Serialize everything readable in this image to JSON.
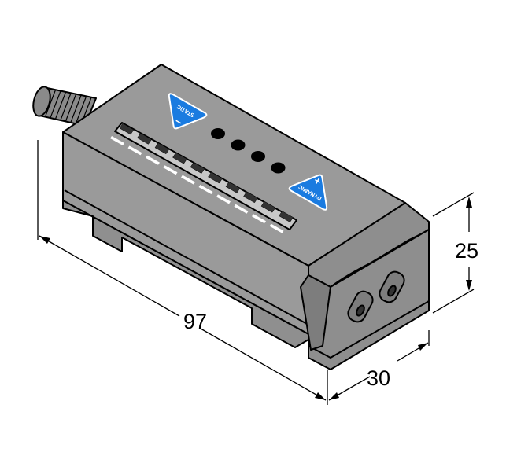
{
  "drawing": {
    "dimensions": {
      "length": "97",
      "width": "30",
      "height": "25"
    },
    "buttons": [
      {
        "label": "STATIC",
        "symbol": "−"
      },
      {
        "label": "DYNAMIC",
        "symbol": "+"
      }
    ],
    "colors": {
      "body": "#9a9a9a",
      "body_dark": "#7d7d7d",
      "button": "#1a7be0",
      "outline": "#000000"
    },
    "led_count": 4,
    "bargraph_segments": 10
  }
}
